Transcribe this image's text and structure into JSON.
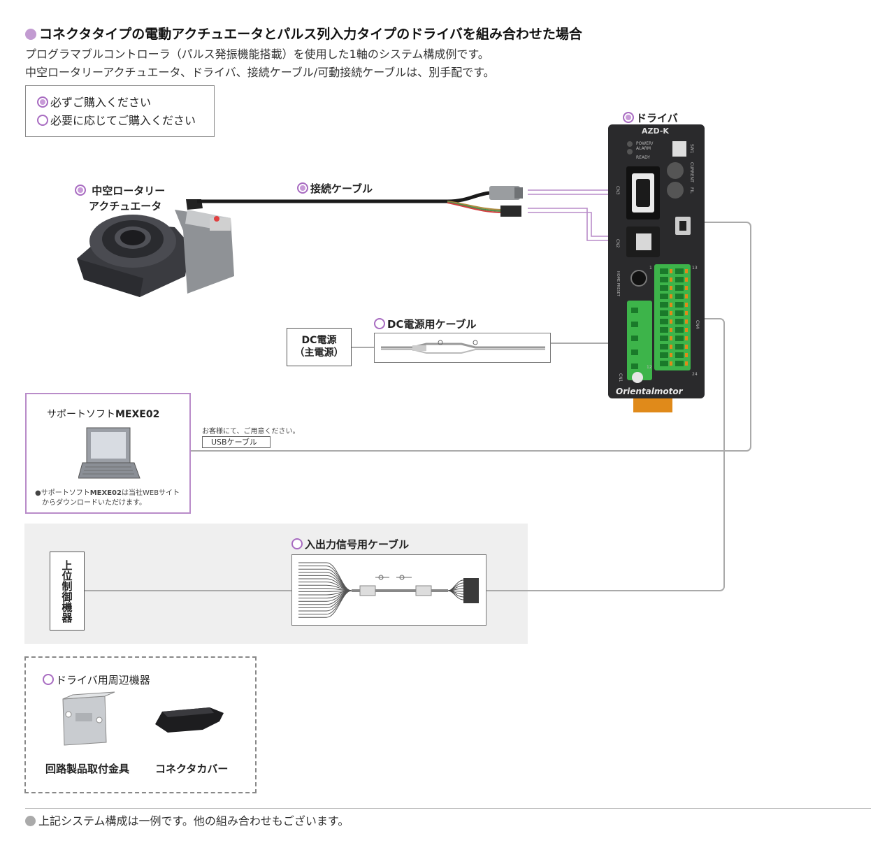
{
  "header": {
    "title": "コネクタタイプの電動アクチュエータとパルス列入力タイプのドライバを組み合わせた場合",
    "line1": "プログラマブルコントローラ（パルス発振機能搭載）を使用した1軸のシステム構成例です。",
    "line2": "中空ロータリーアクチュエータ、ドライバ、接続ケーブル/可動接続ケーブルは、別手配です。"
  },
  "legend": {
    "required": "必ずご購入ください",
    "optional": "必要に応じてご購入ください"
  },
  "actuator": {
    "line1": "中空ロータリー",
    "line2": "アクチュエータ"
  },
  "connect_cable": "接続ケーブル",
  "driver": {
    "label": "ドライバ",
    "model": "AZD-K",
    "power_alarm_1": "POWER/",
    "power_alarm_2": "ALARM",
    "ready": "READY",
    "sw1": "SW1",
    "current": "CURRENT",
    "fil": "FIL",
    "cn3": "CN3",
    "cn2": "CN2",
    "home_1": "HOME",
    "home_2": "PRESET",
    "cn1": "CN1",
    "cn4": "CN4",
    "pin1": "1",
    "pin13": "13",
    "pin12": "12",
    "pin24": "24",
    "brand": "Orientalmotor"
  },
  "dc_power": {
    "line1": "DC電源",
    "line2": "（主電源）"
  },
  "dc_cable": "DC電源用ケーブル",
  "software": {
    "title_prefix": "サポートソフト",
    "title_name": "MEXE02",
    "note_prefix": "●サポートソフト",
    "note_name": "MEXE02",
    "note_suffix": "は当社WEBサイト",
    "note_line2": "からダウンロードいただけます。"
  },
  "usb": {
    "note": "お客様にて、ご用意ください。",
    "label": "USBケーブル"
  },
  "host": {
    "label": "上位制御機器"
  },
  "io_cable": "入出力信号用ケーブル",
  "peripherals": {
    "title": "ドライバ用周辺機器",
    "item1": "回路製品取付金具",
    "item2": "コネクタカバー"
  },
  "footer": "上記システム構成は一例です。他の組み合わせもございます。",
  "colors": {
    "accent": "#c29bd1",
    "line": "#aaaaaa",
    "terminal": "#3db44a"
  }
}
